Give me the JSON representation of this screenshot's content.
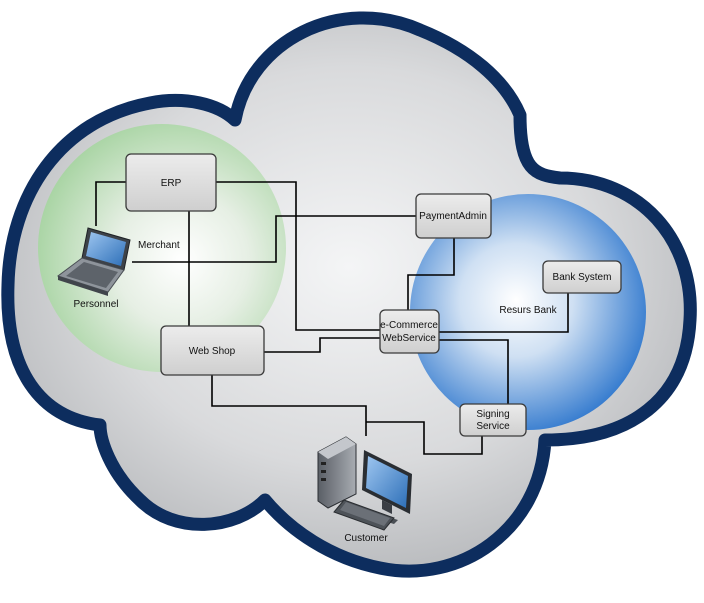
{
  "nodes": {
    "erp": "ERP",
    "payment_admin": "PaymentAdmin",
    "bank_system": "Bank System",
    "web_shop": "Web Shop",
    "ecommerce_line1": "e-Commerce",
    "ecommerce_line2": "WebService",
    "signing_line1": "Signing",
    "signing_line2": "Service"
  },
  "labels": {
    "merchant": "Merchant",
    "personnel": "Personnel",
    "resurs_bank": "Resurs Bank",
    "customer": "Customer"
  },
  "icons": [
    "laptop-icon",
    "desktop-computer-icon"
  ],
  "colors": {
    "cloud_border": "#0d2d5e",
    "cloud_fill": "#d7d9dc",
    "merchant_zone": "#b9dcb4",
    "bank_zone": "#2f7bd0",
    "box_fill": "#dcdcdc",
    "connector": "#000000"
  }
}
